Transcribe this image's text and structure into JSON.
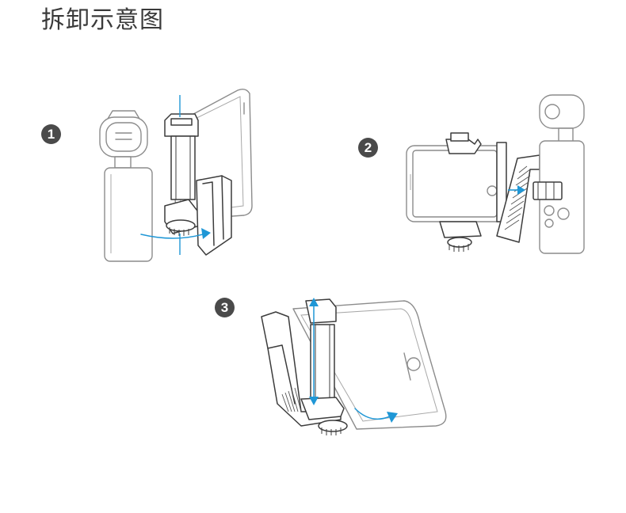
{
  "title": "拆卸示意图",
  "steps": [
    {
      "label": "1"
    },
    {
      "label": "2"
    },
    {
      "label": "3"
    }
  ],
  "colors": {
    "accent_arrow": "#1f97d6",
    "badge_bg": "#4a4a4a",
    "line_light": "#8c8c8c",
    "line_dark": "#3c3c3c",
    "title_text": "#3a3a3a"
  }
}
